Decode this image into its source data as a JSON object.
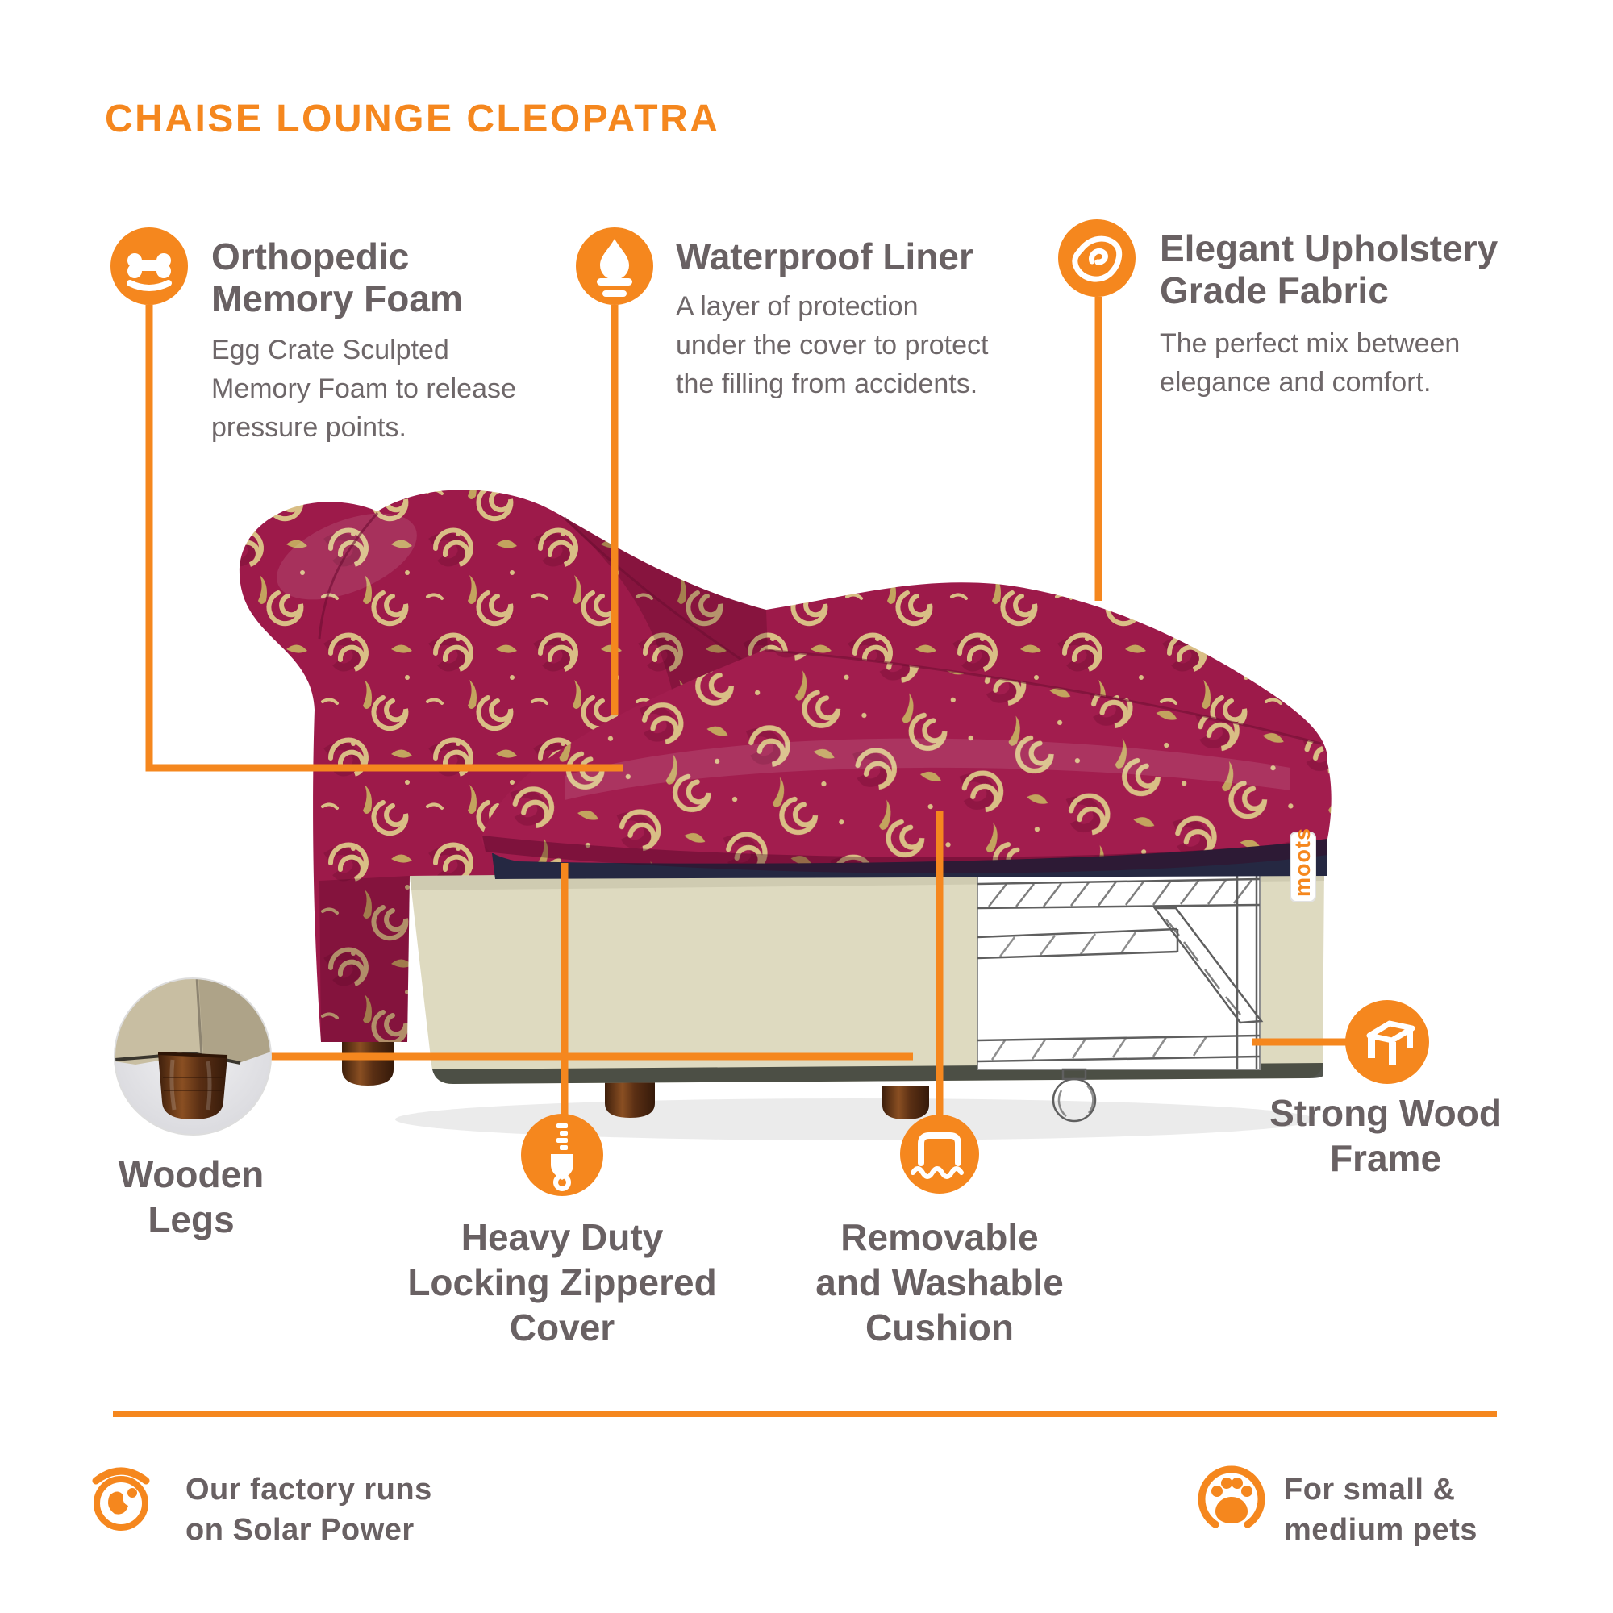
{
  "title": "CHAISE LOUNGE CLEOPATRA",
  "colors": {
    "accent_orange": "#F5871E",
    "text_gray": "#696163",
    "fabric_maroon": "#9D1A4A",
    "fabric_gold": "#D9BE85",
    "base_cream": "#DEDAC0",
    "wood_brown": "#5E3013"
  },
  "callouts": {
    "orthopedic": {
      "icon": "bone-foam-icon",
      "title_lines": [
        "Orthopedic",
        "Memory Foam"
      ],
      "desc_lines": [
        "Egg Crate Sculpted",
        "Memory Foam to release",
        "pressure points."
      ]
    },
    "waterproof": {
      "icon": "water-drop-liner-icon",
      "title_lines": [
        "Waterproof Liner"
      ],
      "desc_lines": [
        "A layer of protection",
        "under the cover to protect",
        "the filling from accidents."
      ]
    },
    "fabric": {
      "icon": "fabric-swatch-icon",
      "title_lines": [
        "Elegant Upholstery",
        "Grade Fabric"
      ],
      "desc_lines": [
        "The perfect mix between",
        "elegance and comfort."
      ]
    },
    "wooden_legs": {
      "icon": "wooden-leg-photo-inset",
      "label_lines": [
        "Wooden",
        "Legs"
      ]
    },
    "zipper": {
      "icon": "zipper-icon",
      "label_lines": [
        "Heavy Duty",
        "Locking Zippered",
        "Cover"
      ]
    },
    "washable_cushion": {
      "icon": "cushion-wash-icon",
      "label_lines": [
        "Removable",
        "and Washable",
        "Cushion"
      ]
    },
    "wood_frame": {
      "icon": "wood-frame-icon",
      "label_lines": [
        "Strong Wood",
        "Frame"
      ]
    }
  },
  "footer": {
    "solar": {
      "icon": "solar-globe-icon",
      "lines": [
        "Our factory runs",
        "on Solar Power"
      ]
    },
    "pets": {
      "icon": "paw-icon",
      "lines": [
        "For small &",
        "medium pets"
      ]
    }
  },
  "product": {
    "brand_tag": "moots"
  }
}
